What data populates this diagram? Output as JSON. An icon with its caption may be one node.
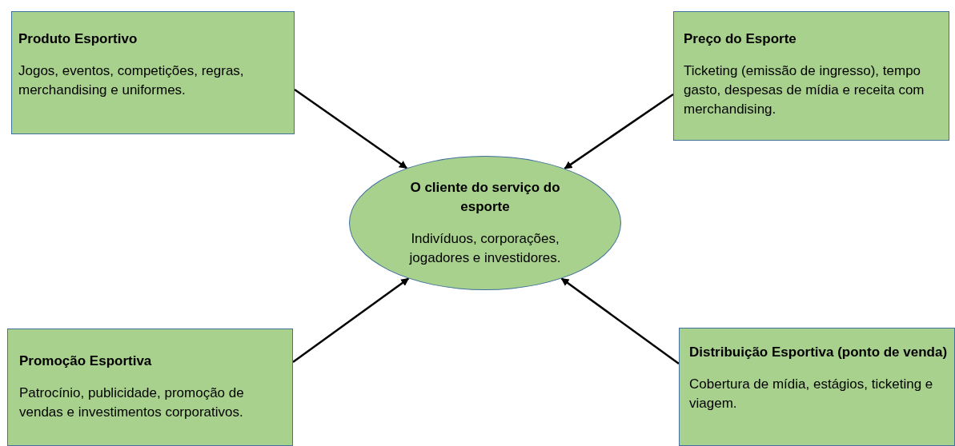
{
  "diagram": {
    "nodes": [
      {
        "text": [
          "Produto Esportivo",
          "Jogos, eventos, competições, regras, merchandising e uniformes."
        ]
      },
      {
        "text": [
          "Preço do Esporte",
          "Ticketing (emissão de ingresso), tempo gasto, despesas de mídia e receita com merchandising."
        ]
      },
      {
        "text": [
          "O cliente do serviço do esporte",
          "Indivíduos, corporações, jogadores e investidores."
        ]
      },
      {
        "text": [
          "Promoção Esportiva",
          "Patrocínio, publicidade, promoção de vendas e investimentos corporativos."
        ]
      },
      {
        "text": [
          "Distribuição Esportiva (ponto de venda)",
          "Cobertura de mídia, estágios, ticketing e viagem."
        ]
      }
    ],
    "edges": [
      {
        "from": 0,
        "to": 2,
        "arrow": "to"
      },
      {
        "from": 1,
        "to": 2,
        "arrow": "to"
      },
      {
        "from": 3,
        "to": 2,
        "arrow": "to"
      },
      {
        "from": 4,
        "to": 2,
        "arrow": "to"
      }
    ]
  }
}
